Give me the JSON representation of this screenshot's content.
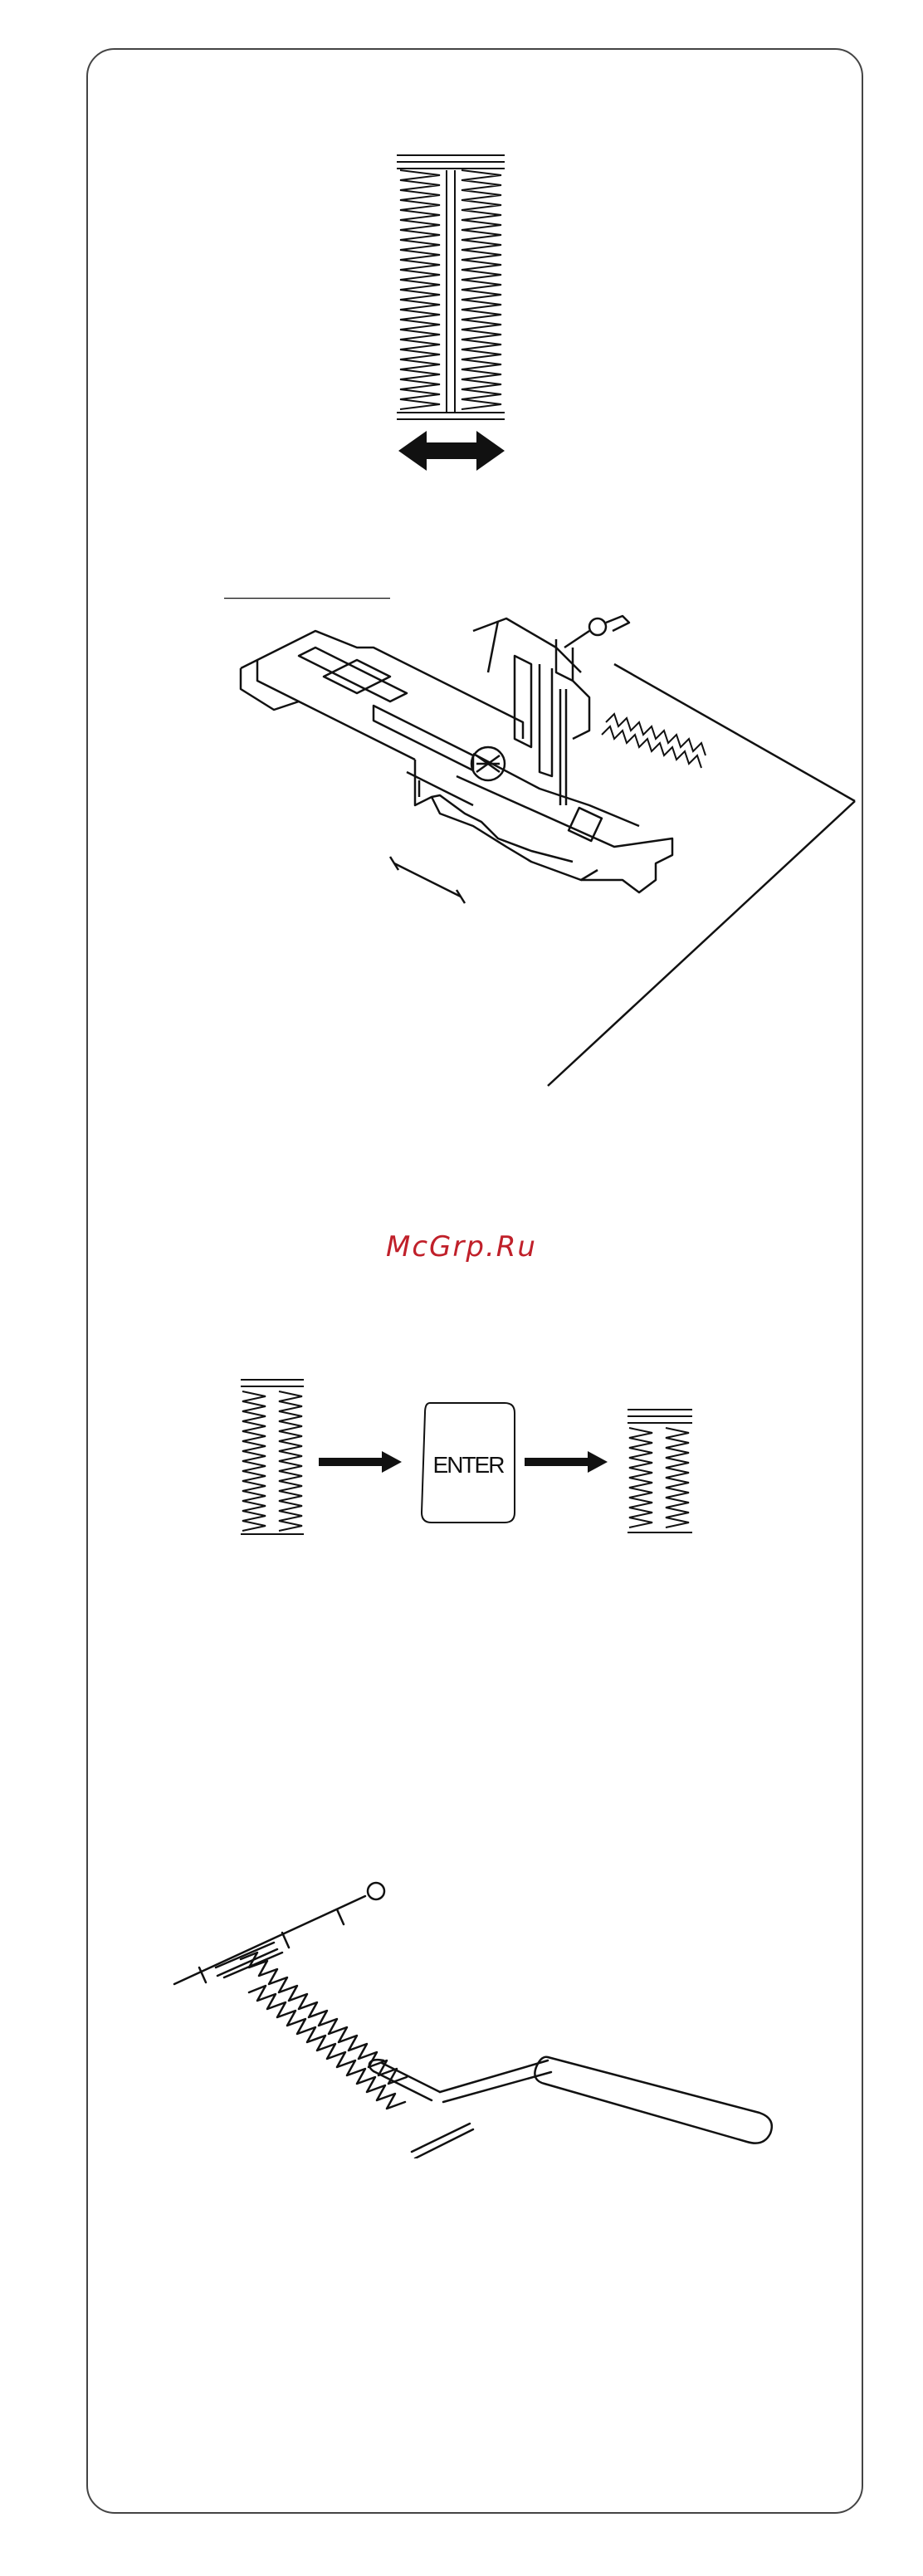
{
  "watermark": {
    "text": "McGrp.Ru",
    "color": "#c0202a"
  },
  "enter_key": {
    "label": "ENTER"
  },
  "icons": {
    "buttonhole_stitch": "buttonhole-stitch-icon",
    "double_arrow": "double-arrow-icon",
    "presser_foot": "buttonhole-presser-foot-illustration",
    "seam_ripper": "seam-ripper-illustration"
  },
  "colors": {
    "line": "#111111",
    "frame": "#444444"
  }
}
